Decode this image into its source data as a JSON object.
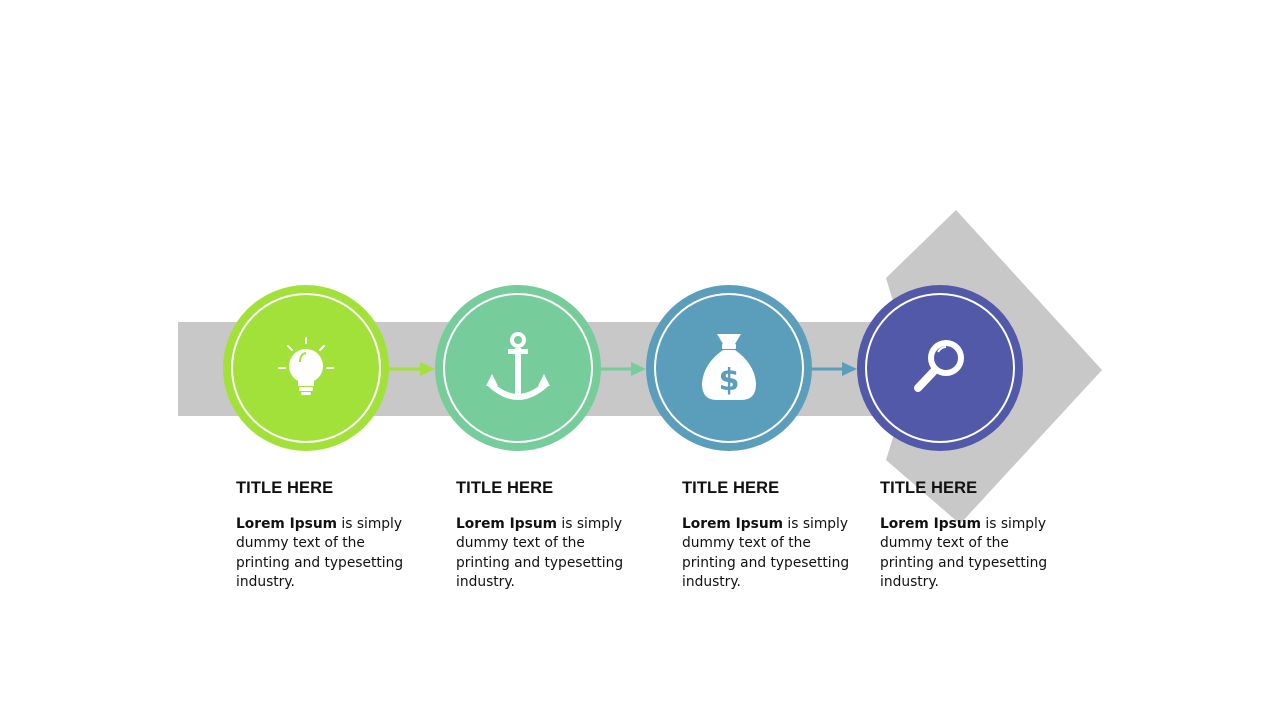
{
  "colors": {
    "band": "#c8c8c8",
    "step1": "#a2e13a",
    "step2": "#76cc9b",
    "step3": "#5b9ebb",
    "step4": "#5259a8"
  },
  "steps": [
    {
      "icon": "lightbulb-icon",
      "title": "TITLE HERE",
      "desc_bold": "Lorem Ipsum",
      "desc_rest": " is simply dummy text of the printing and typesetting industry."
    },
    {
      "icon": "anchor-icon",
      "title": "TITLE HERE",
      "desc_bold": "Lorem Ipsum",
      "desc_rest": " is simply dummy text of the printing and typesetting industry."
    },
    {
      "icon": "money-bag-icon",
      "title": "TITLE HERE",
      "desc_bold": "Lorem Ipsum",
      "desc_rest": " is simply dummy text of the printing and typesetting industry."
    },
    {
      "icon": "magnifier-icon",
      "title": "TITLE HERE",
      "desc_bold": "Lorem Ipsum",
      "desc_rest": " is simply dummy text of the printing and typesetting industry."
    }
  ],
  "money_symbol": "$"
}
